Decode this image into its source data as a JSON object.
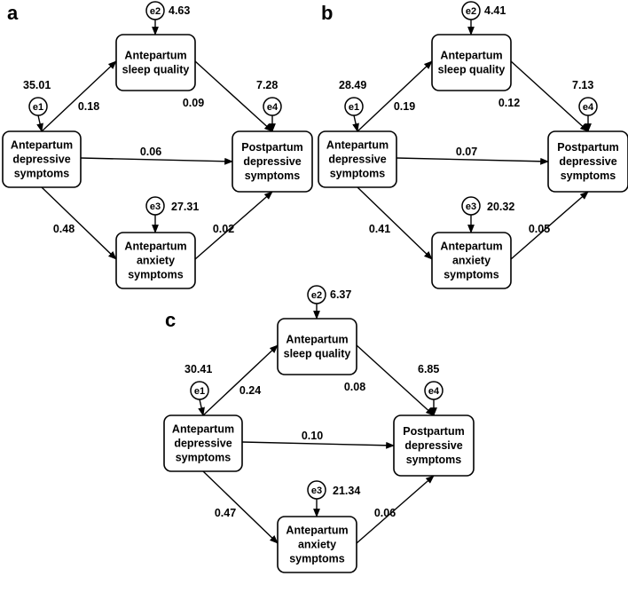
{
  "panels": [
    {
      "letter": "a",
      "nodes": {
        "sleep": [
          "Antepartum",
          "sleep quality"
        ],
        "dep": [
          "Antepartum",
          "depressive",
          "symptoms"
        ],
        "post": [
          "Postpartum",
          "depressive",
          "symptoms"
        ],
        "anx": [
          "Antepartum",
          "anxiety",
          "symptoms"
        ]
      },
      "errors": {
        "e1": {
          "label": "e1",
          "value": "35.01"
        },
        "e2": {
          "label": "e2",
          "value": "4.63"
        },
        "e3": {
          "label": "e3",
          "value": "27.31"
        },
        "e4": {
          "label": "e4",
          "value": "7.28"
        }
      },
      "paths": {
        "dep_sleep": "0.18",
        "sleep_post": "0.09",
        "dep_post": "0.06",
        "dep_anx": "0.48",
        "anx_post": "0.02"
      }
    },
    {
      "letter": "b",
      "nodes": {
        "sleep": [
          "Antepartum",
          "sleep quality"
        ],
        "dep": [
          "Antepartum",
          "depressive",
          "symptoms"
        ],
        "post": [
          "Postpartum",
          "depressive",
          "symptoms"
        ],
        "anx": [
          "Antepartum",
          "anxiety",
          "symptoms"
        ]
      },
      "errors": {
        "e1": {
          "label": "e1",
          "value": "28.49"
        },
        "e2": {
          "label": "e2",
          "value": "4.41"
        },
        "e3": {
          "label": "e3",
          "value": "20.32"
        },
        "e4": {
          "label": "e4",
          "value": "7.13"
        }
      },
      "paths": {
        "dep_sleep": "0.19",
        "sleep_post": "0.12",
        "dep_post": "0.07",
        "dep_anx": "0.41",
        "anx_post": "0.05"
      }
    },
    {
      "letter": "c",
      "nodes": {
        "sleep": [
          "Antepartum",
          "sleep quality"
        ],
        "dep": [
          "Antepartum",
          "depressive",
          "symptoms"
        ],
        "post": [
          "Postpartum",
          "depressive",
          "symptoms"
        ],
        "anx": [
          "Antepartum",
          "anxiety",
          "symptoms"
        ]
      },
      "errors": {
        "e1": {
          "label": "e1",
          "value": "30.41"
        },
        "e2": {
          "label": "e2",
          "value": "6.37"
        },
        "e3": {
          "label": "e3",
          "value": "21.34"
        },
        "e4": {
          "label": "e4",
          "value": "6.85"
        }
      },
      "paths": {
        "dep_sleep": "0.24",
        "sleep_post": "0.08",
        "dep_post": "0.10",
        "dep_anx": "0.47",
        "anx_post": "0.06"
      }
    }
  ]
}
